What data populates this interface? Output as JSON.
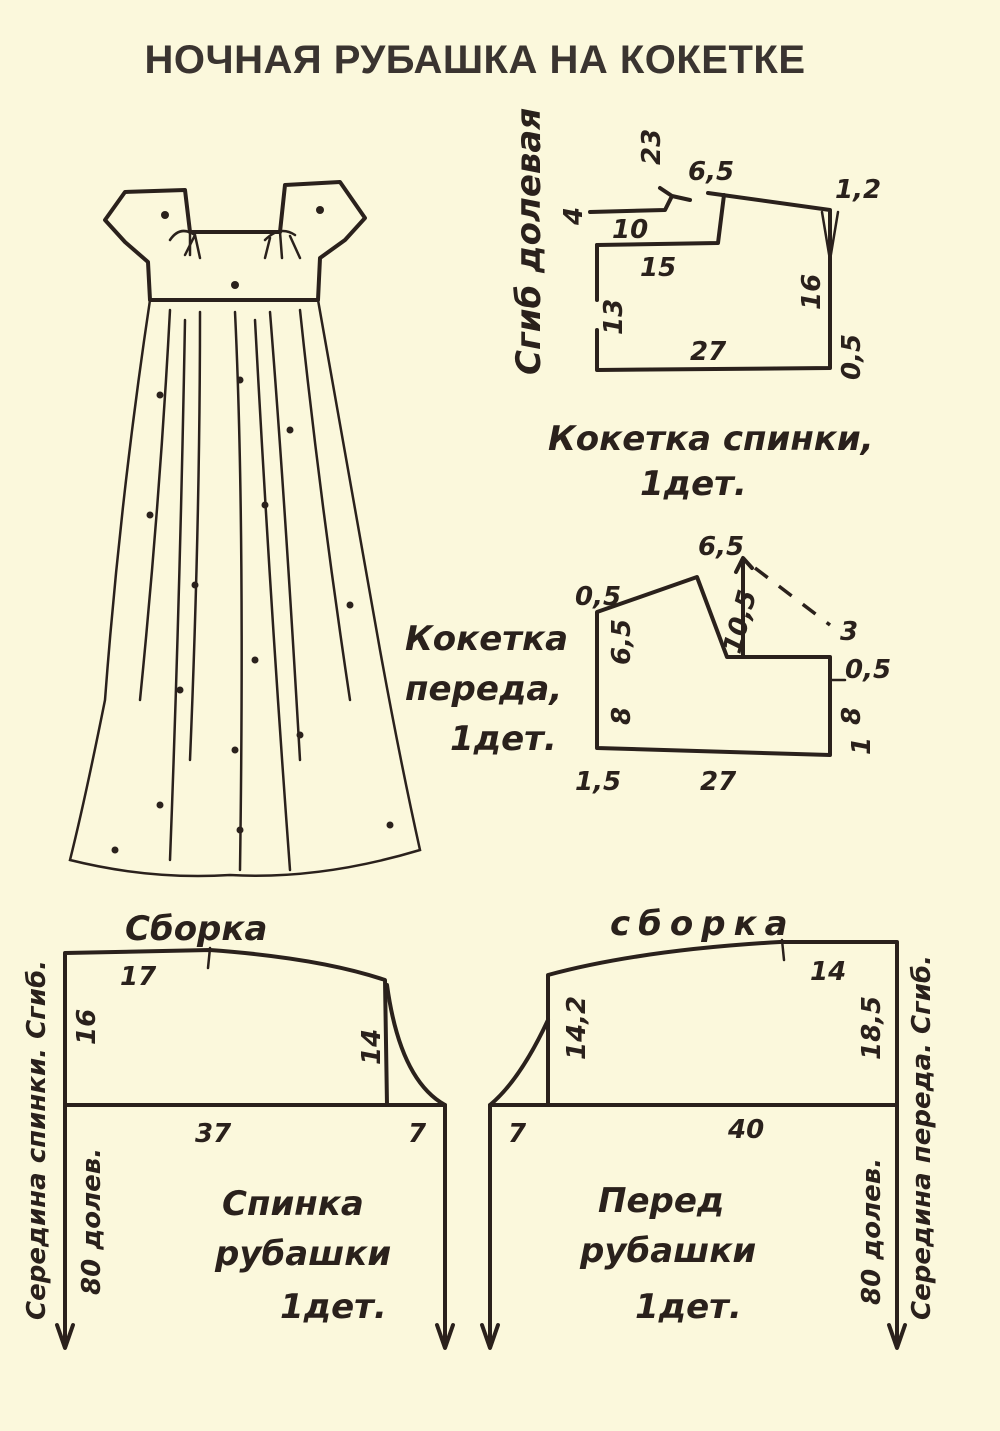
{
  "title": "НОЧНАЯ РУБАШКА НА КОКЕТКЕ",
  "back_yoke": {
    "fold_label": "Сгиб долевая",
    "dims": [
      "23",
      "6,5",
      "1,2",
      "4",
      "10",
      "15",
      "13",
      "16",
      "27",
      "0,5"
    ],
    "caption_line1": "Кокетка спинки,",
    "caption_line2": "1дет."
  },
  "front_yoke": {
    "caption_line1": "Кокетка",
    "caption_line2": "переда,",
    "caption_line3": "1дет.",
    "dims": [
      "0,5",
      "6,5",
      "6,5",
      "10,5",
      "3",
      "0,5",
      "8",
      "8",
      "1",
      "1,5",
      "27"
    ]
  },
  "back_piece": {
    "gather_label": "Сборка",
    "side_label": "Середина спинки. Сгиб.",
    "grain_label": "80 долев.",
    "dims": [
      "17",
      "16",
      "14",
      "37",
      "7"
    ],
    "caption_line1": "Спинка",
    "caption_line2": "рубашки",
    "caption_line3": "1дет."
  },
  "front_piece": {
    "gather_label": "сборка",
    "side_label": "Середина переда. Сгиб.",
    "grain_label": "80 долев.",
    "dims": [
      "14",
      "14,2",
      "18,5",
      "7",
      "40"
    ],
    "caption_line1": "Перед",
    "caption_line2": "рубашки",
    "caption_line3": "1дет."
  }
}
